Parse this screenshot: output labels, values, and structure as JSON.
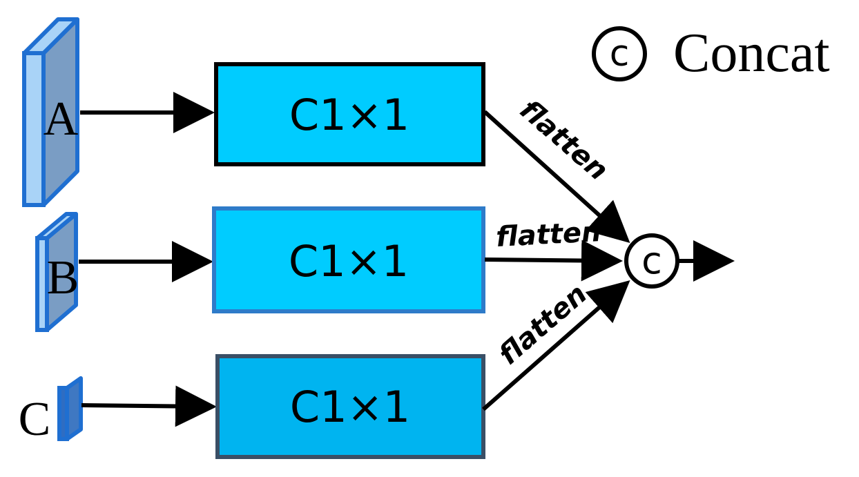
{
  "legend": {
    "symbol": "c",
    "label": "Concat"
  },
  "inputs": [
    {
      "id": "A",
      "label": "A"
    },
    {
      "id": "B",
      "label": "B"
    },
    {
      "id": "C",
      "label": "C"
    }
  ],
  "conv_blocks": [
    {
      "id": "conv-a",
      "label": "C1×1",
      "fill": "#00CCFF",
      "border": "#000000"
    },
    {
      "id": "conv-b",
      "label": "C1×1",
      "fill": "#00CCFF",
      "border": "#2E7BC9"
    },
    {
      "id": "conv-c",
      "label": "C1×1",
      "fill": "#00B4F0",
      "border": "#3A4F66"
    }
  ],
  "edges": [
    {
      "from": "conv-a",
      "label": "flatten"
    },
    {
      "from": "conv-b",
      "label": "flatten"
    },
    {
      "from": "conv-c",
      "label": "flatten"
    }
  ],
  "concat_node": {
    "symbol": "c"
  },
  "colors": {
    "tensor_front": "#A9D3F7",
    "tensor_side": "#7A9DC4",
    "tensor_border": "#1F6FD1"
  }
}
